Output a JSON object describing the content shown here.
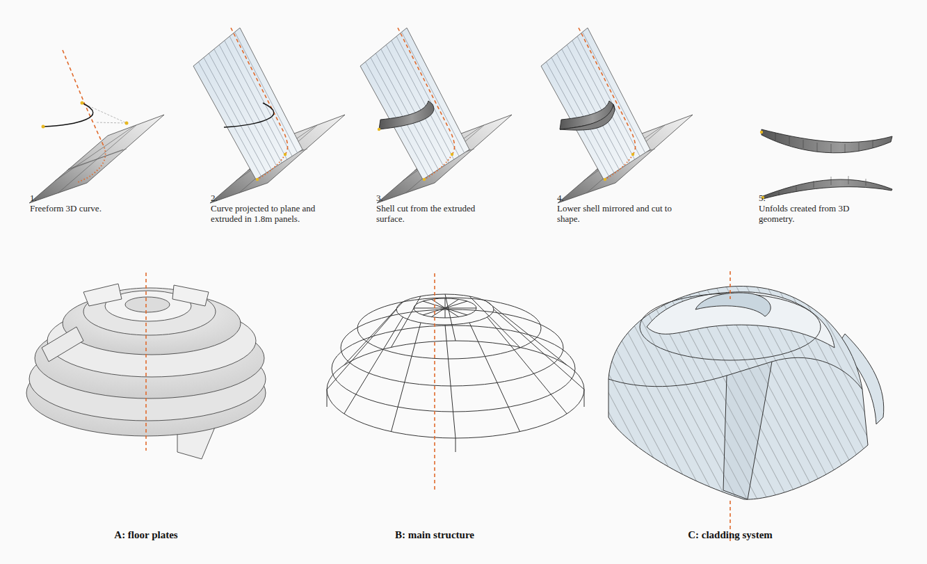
{
  "diagram": {
    "labels": [
      "1.",
      "Freeform 3D curve.",
      "2.",
      "Curve projected to plane and extruded in 1.8m panels.",
      "3.",
      "Shell cut from the extruded surface.",
      "4.",
      "Lower shell mirrored and cut to shape.",
      "5.",
      "Unfolds created from 3D geometry.",
      "A: floor plates",
      "B: main structure",
      "C: cladding system"
    ]
  }
}
